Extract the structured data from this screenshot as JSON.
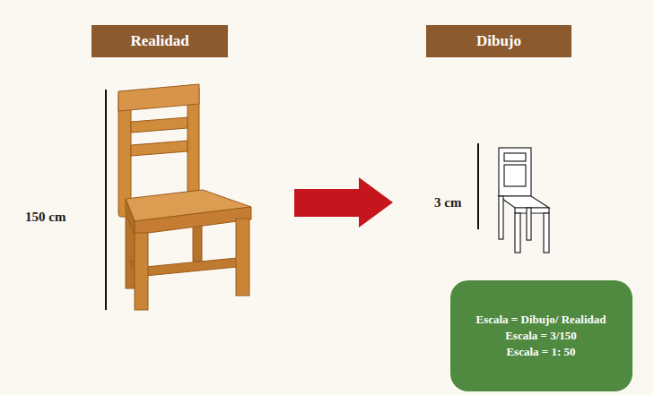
{
  "diagram": {
    "nodes": [
      {
        "text": [
          "Realidad"
        ]
      },
      {
        "text": [
          "Dibujo"
        ]
      },
      {
        "text": [
          "Escala = Dibujo/ Realidad",
          "Escala = 3/150",
          "Escala = 1: 50"
        ]
      }
    ],
    "labels": [
      "150 cm",
      "3 cm"
    ]
  }
}
